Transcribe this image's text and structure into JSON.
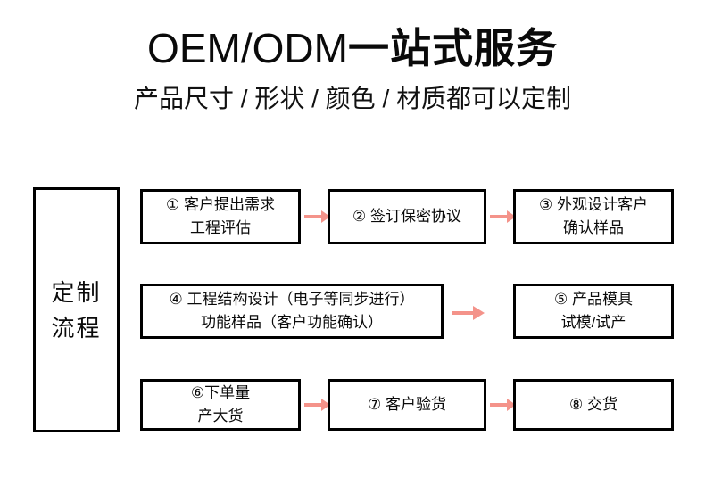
{
  "header": {
    "title_latin": "OEM/ODM",
    "title_cn": "一站式服务",
    "subtitle": "产品尺寸 / 形状 / 颜色 / 材质都可以定制"
  },
  "colors": {
    "text": "#0a0a0a",
    "box_border": "#000000",
    "arrow": "#f4938a",
    "background": "#ffffff"
  },
  "flow": {
    "left_label": {
      "line1": "定制",
      "line2": "流程"
    },
    "steps": [
      {
        "marker": "①",
        "line1": "① 客户提出需求",
        "line2": "工程评估"
      },
      {
        "marker": "②",
        "line1": "② 签订保密协议",
        "line2": ""
      },
      {
        "marker": "③",
        "line1": "③ 外观设计客户",
        "line2": "确认样品"
      },
      {
        "marker": "④",
        "line1": "④ 工程结构设计（电子等同步进行）",
        "line2": "功能样品（客户功能确认）"
      },
      {
        "marker": "⑤",
        "line1": "⑤ 产品模具",
        "line2": "试模/试产"
      },
      {
        "marker": "⑥",
        "line1": "⑥下单量",
        "line2": "产大货"
      },
      {
        "marker": "⑦",
        "line1": "⑦ 客户验货",
        "line2": ""
      },
      {
        "marker": "⑧",
        "line1": "⑧ 交货",
        "line2": ""
      }
    ],
    "arrows": [
      {
        "name": "arrow-step1-to-step2",
        "direction": "right"
      },
      {
        "name": "arrow-step2-to-step3",
        "direction": "right"
      },
      {
        "name": "arrow-step4-to-step5",
        "direction": "right"
      },
      {
        "name": "arrow-step6-to-step7",
        "direction": "right"
      },
      {
        "name": "arrow-step7-to-step8",
        "direction": "right"
      }
    ]
  }
}
